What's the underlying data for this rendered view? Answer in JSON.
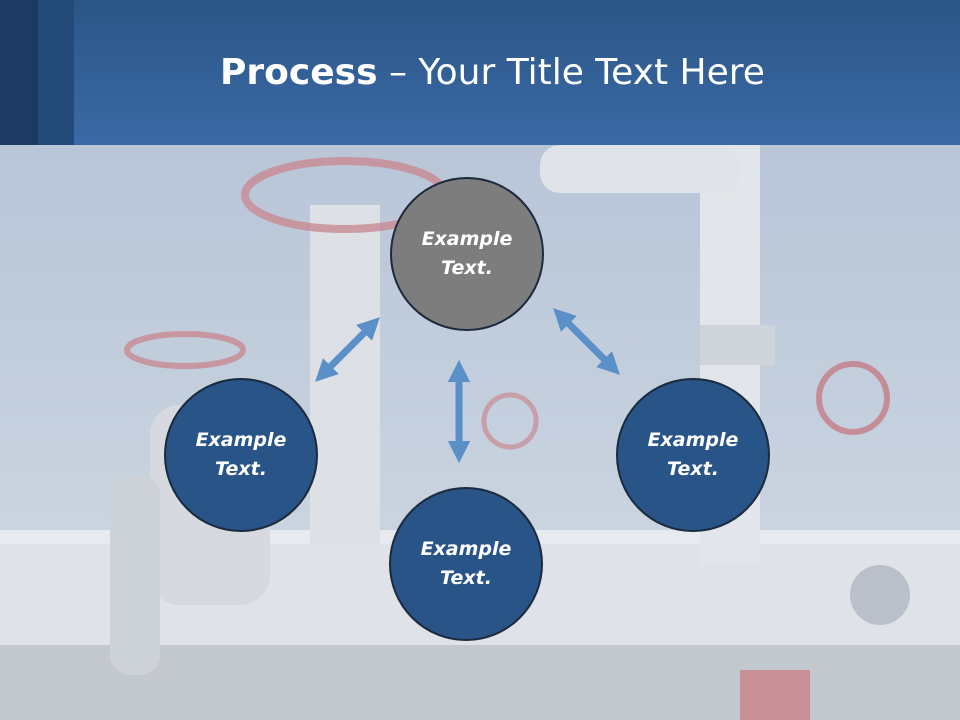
{
  "title": {
    "bold": "Process",
    "rest": " – Your Title Text Here"
  },
  "circles": [
    {
      "text_line1": "Example",
      "text_line2": "Text."
    },
    {
      "text_line1": "Example",
      "text_line2": "Text."
    },
    {
      "text_line1": "Example",
      "text_line2": "Text."
    },
    {
      "text_line1": "Example",
      "text_line2": "Text."
    }
  ],
  "colors": {
    "header": "#2f5f98",
    "circle_blue": "#285488",
    "circle_grey": "#7d7d7d",
    "arrow": "#5a8fc8"
  }
}
